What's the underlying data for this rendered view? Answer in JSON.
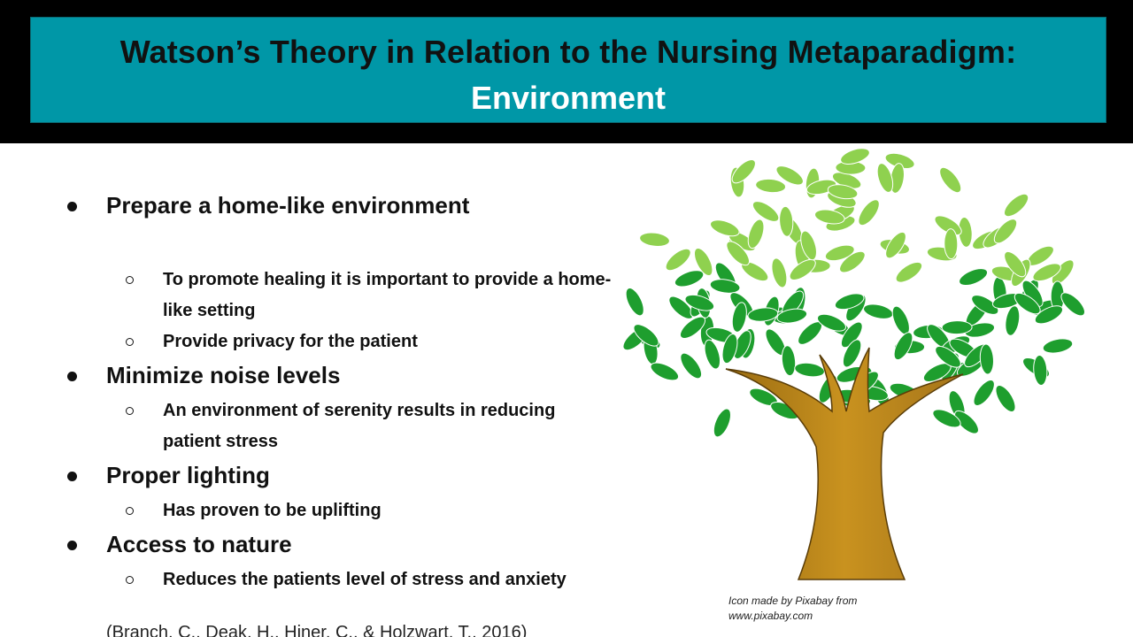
{
  "slide": {
    "title_line1": "Watson’s Theory in Relation to the Nursing Metaparadigm:",
    "title_line2": "Environment",
    "bullets": [
      {
        "text": "Prepare a home-like environment",
        "subs": [
          "To promote healing it is important to provide a home-",
          "like setting",
          "Provide privacy for the patient"
        ]
      },
      {
        "text": "Minimize noise levels",
        "subs": [
          "An environment of serenity results in reducing",
          "patient stress"
        ]
      },
      {
        "text": "Proper lighting",
        "subs": [
          "Has proven to be uplifting"
        ]
      },
      {
        "text": "Access to nature",
        "subs": [
          "Reduces the patients level of stress and anxiety"
        ]
      }
    ],
    "citation": "(Branch, C., Deak, H., Hiner, C., & Holzwart, T., 2016)",
    "image_credit_line1": "Icon made by Pixabay from",
    "image_credit_line2": "www.pixabay.com"
  },
  "colors": {
    "header_band": "#000000",
    "title_box": "#0097a7",
    "title_text": "#111111",
    "subtitle_text": "#ffffff",
    "trunk": "#b8860b",
    "leaf_light": "#8fd14f",
    "leaf_dark": "#1e9e2e"
  },
  "icons": {
    "tree_illustration": "tree-icon"
  }
}
